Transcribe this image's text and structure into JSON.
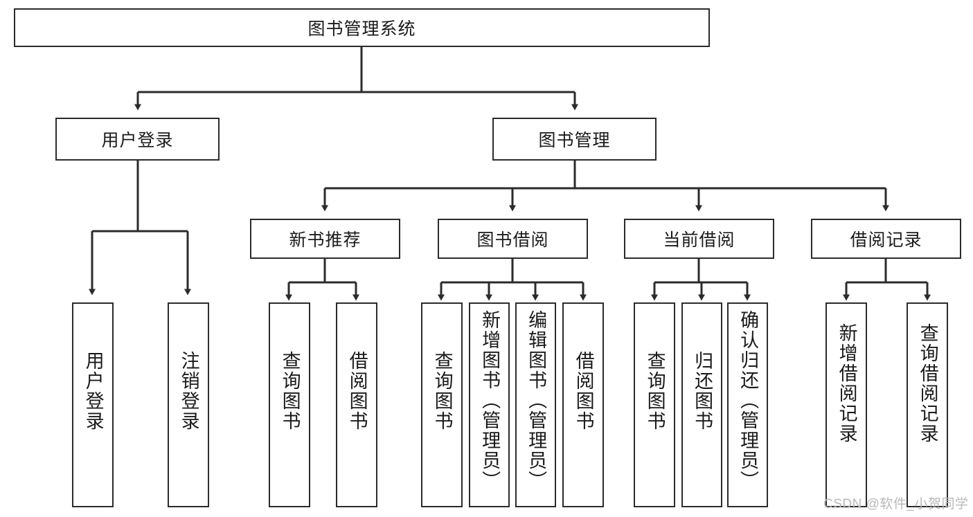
{
  "diagram": {
    "title": "图书管理系统",
    "type": "hierarchy-tree",
    "root": {
      "id": "system-root",
      "label": "图书管理系统",
      "level": 0,
      "orientation": "horizontal"
    },
    "level2": [
      {
        "id": "user-login",
        "label": "用户登录",
        "orientation": "horizontal"
      },
      {
        "id": "book-management",
        "label": "图书管理",
        "orientation": "horizontal"
      }
    ],
    "level3": [
      {
        "id": "new-book-recommend",
        "label": "新书推荐",
        "parent": "book-management",
        "orientation": "horizontal"
      },
      {
        "id": "book-borrow",
        "label": "图书借阅",
        "parent": "book-management",
        "orientation": "horizontal"
      },
      {
        "id": "current-borrow",
        "label": "当前借阅",
        "parent": "book-management",
        "orientation": "horizontal"
      },
      {
        "id": "borrow-record",
        "label": "借阅记录",
        "parent": "book-management",
        "orientation": "horizontal"
      }
    ],
    "leaves": [
      {
        "id": "leaf-user-login",
        "label": "用户登录",
        "parent": "user-login",
        "orientation": "vertical"
      },
      {
        "id": "leaf-logout-login",
        "label": "注销登录",
        "parent": "user-login",
        "orientation": "vertical"
      },
      {
        "id": "leaf-query-book-1",
        "label": "查询图书",
        "parent": "new-book-recommend",
        "orientation": "vertical"
      },
      {
        "id": "leaf-borrow-book-1",
        "label": "借阅图书",
        "parent": "new-book-recommend",
        "orientation": "vertical"
      },
      {
        "id": "leaf-query-book-2",
        "label": "查询图书",
        "parent": "book-borrow",
        "orientation": "vertical"
      },
      {
        "id": "leaf-add-book",
        "label": "新增图书（管理员）",
        "parent": "book-borrow",
        "orientation": "vertical"
      },
      {
        "id": "leaf-edit-book",
        "label": "编辑图书（管理员）",
        "parent": "book-borrow",
        "orientation": "vertical"
      },
      {
        "id": "leaf-borrow-book-2",
        "label": "借阅图书",
        "parent": "book-borrow",
        "orientation": "vertical"
      },
      {
        "id": "leaf-query-book-3",
        "label": "查询图书",
        "parent": "current-borrow",
        "orientation": "vertical"
      },
      {
        "id": "leaf-return-book",
        "label": "归还图书",
        "parent": "current-borrow",
        "orientation": "vertical"
      },
      {
        "id": "leaf-confirm-return",
        "label": "确认归还（管理员）",
        "parent": "current-borrow",
        "orientation": "vertical"
      },
      {
        "id": "leaf-add-record",
        "label": "新增借阅记录",
        "parent": "borrow-record",
        "orientation": "vertical"
      },
      {
        "id": "leaf-query-record",
        "label": "查询借阅记录",
        "parent": "borrow-record",
        "orientation": "vertical"
      }
    ],
    "colors": {
      "stroke": "#2b2b2b",
      "fill": "#ffffff",
      "text": "#1a1a1a",
      "watermark": "#b9b9b9"
    }
  },
  "watermark": {
    "text": "CSDN @软件_小贺同学"
  }
}
